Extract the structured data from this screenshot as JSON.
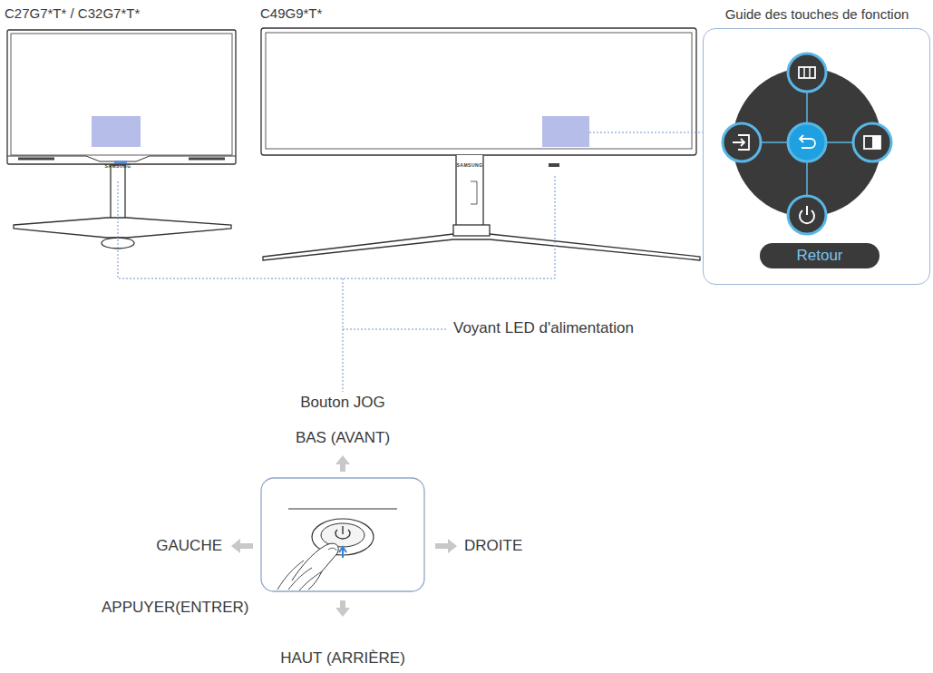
{
  "diagram": {
    "nodes": [
      {
        "text": [
          "Guide des touches de fonction"
        ]
      },
      {
        "text": [
          "Retour"
        ],
        "in": 0
      }
    ],
    "labels": [
      "C27G7*T* / C32G7*T*",
      "C49G9*T*",
      "SAMSUNG",
      "SAMSUNG",
      "Voyant LED d'alimentation",
      "Bouton JOG",
      "BAS (AVANT)",
      "GAUCHE",
      "DROITE",
      "APPUYER(ENTRER)",
      "HAUT (ARRIÈRE)"
    ]
  }
}
